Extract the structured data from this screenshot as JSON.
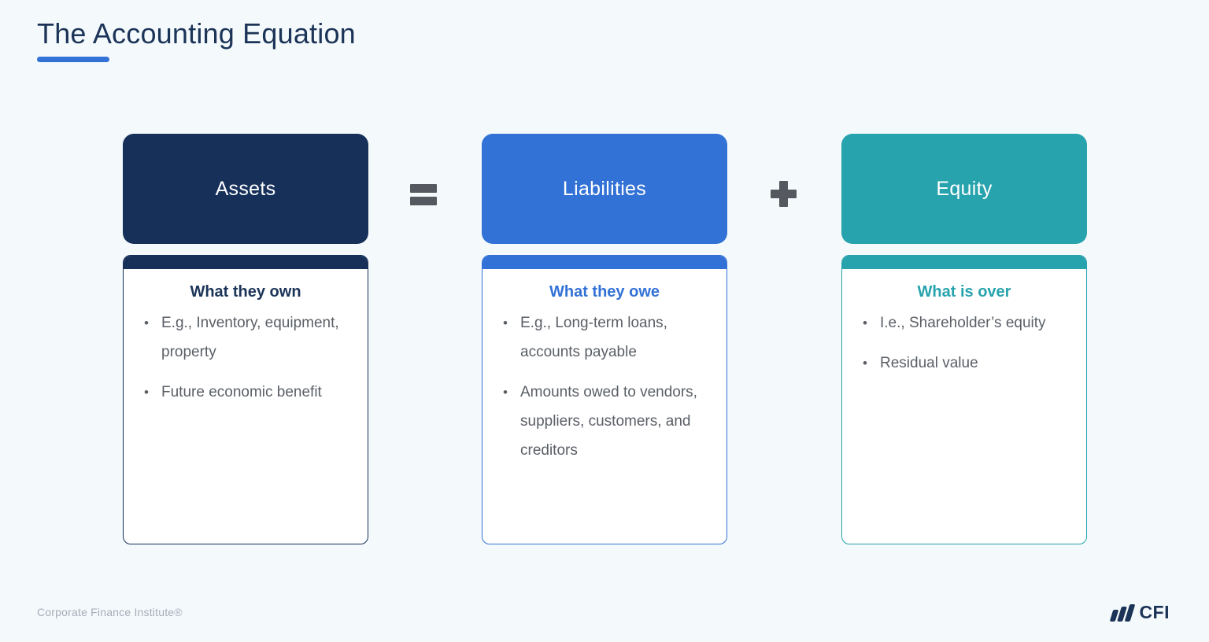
{
  "slide": {
    "title": "The Accounting Equation",
    "background_color": "#f4f9fc",
    "accent_color": "#3272d6"
  },
  "columns": [
    {
      "key": "assets",
      "header_label": "Assets",
      "header_color": "#16305a",
      "heading": "What they own",
      "heading_color": "#1b3457",
      "bullets": [
        "E.g., Inventory, equipment, property",
        "Future economic benefit"
      ]
    },
    {
      "key": "liabilities",
      "header_label": "Liabilities",
      "header_color": "#3272d6",
      "heading": "What they owe",
      "heading_color": "#3272d6",
      "bullets": [
        "E.g., Long-term loans, accounts payable",
        "Amounts owed to vendors, suppliers, customers, and creditors"
      ]
    },
    {
      "key": "equity",
      "header_label": "Equity",
      "header_color": "#27a3ad",
      "heading": "What is over",
      "heading_color": "#27a3ad",
      "bullets": [
        "I.e., Shareholder’s equity",
        "Residual value"
      ]
    }
  ],
  "operators": [
    {
      "name": "equals",
      "symbol": "=",
      "color": "#55585e"
    },
    {
      "name": "plus",
      "symbol": "+",
      "color": "#55585e"
    }
  ],
  "footer": {
    "attribution": "Corporate Finance Institute®",
    "logo_text": "CFI",
    "logo_color": "#1b3457"
  }
}
